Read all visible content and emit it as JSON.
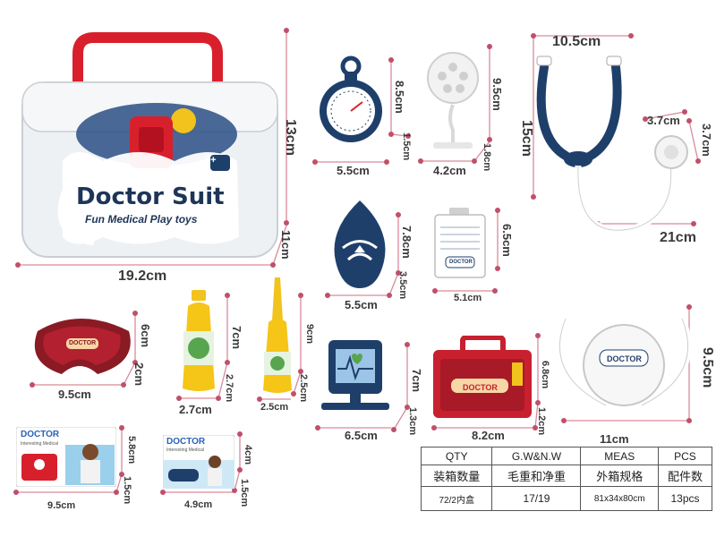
{
  "box": {
    "brand": "Doctor Suit",
    "tagline": "Fun Medical Play toys",
    "age_badge": "3+"
  },
  "dimensions": {
    "box_height": "13cm",
    "box_depth": "11cm",
    "box_width": "19.2cm",
    "stopwatch_height": "8.5cm",
    "stopwatch_depth": "1.5cm",
    "stopwatch_width": "5.5cm",
    "mirror_height": "9.5cm",
    "mirror_depth": "1.8cm",
    "mirror_width": "4.2cm",
    "stetho_width": "10.5cm",
    "stetho_height": "15cm",
    "stetho_length": "21cm",
    "chest_w": "3.7cm",
    "chest_h": "3.7cm",
    "reflex_height": "7.8cm",
    "reflex_depth": "3.5cm",
    "reflex_width": "5.5cm",
    "card_height": "6.5cm",
    "card_width": "5.1cm",
    "tray_height": "6cm",
    "tray_depth": "2cm",
    "tray_width": "9.5cm",
    "bottle_height": "7cm",
    "bottle_depth": "2.7cm",
    "bottle_width": "2.7cm",
    "dropper_height": "9cm",
    "dropper_depth": "2.5cm",
    "dropper_width": "2.5cm",
    "monitor_height": "7cm",
    "monitor_depth": "1.3cm",
    "monitor_width": "6.5cm",
    "bag_height": "6.8cm",
    "bag_depth": "1.2cm",
    "bag_width": "8.2cm",
    "bp_height": "9.5cm",
    "bp_width": "11cm",
    "card1_height": "5.8cm",
    "card1_depth": "1.5cm",
    "card1_width": "9.5cm",
    "card2_height": "4cm",
    "card2_depth": "1.5cm",
    "card2_width": "4.9cm"
  },
  "labels": {
    "doctor": "DOCTOR",
    "card_title": "DOCTOR",
    "card_sub": "Interesting Medical"
  },
  "spec_table": {
    "headers_en": [
      "QTY",
      "G.W&N.W",
      "MEAS",
      "PCS"
    ],
    "headers_cn": [
      "装箱数量",
      "毛重和净重",
      "外箱规格",
      "配件数"
    ],
    "values": [
      "72/2内盒",
      "17/19",
      "81x34x80cm",
      "13pcs"
    ]
  },
  "colors": {
    "navy": "#1f3f6b",
    "red": "#c8202f",
    "yellow": "#f2c21d",
    "measure_line": "#d98a9a"
  }
}
